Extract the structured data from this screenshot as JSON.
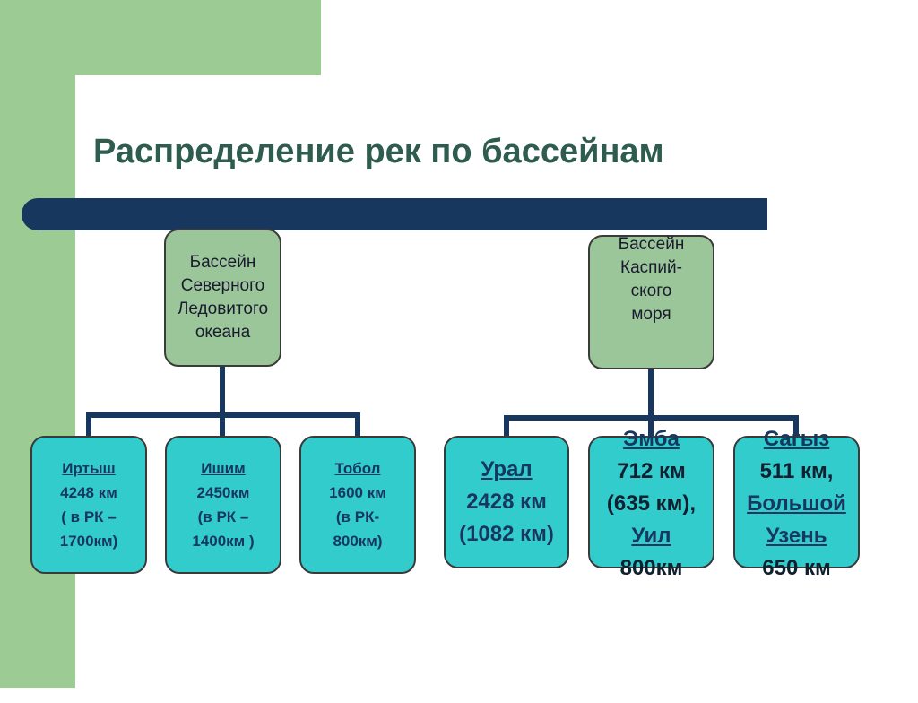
{
  "title": "Распределение рек по бассейнам",
  "colors": {
    "accent_green": "#9ccb93",
    "navy": "#17375e",
    "basin_fill": "#9bc69a",
    "river_fill": "#33cccc",
    "title_text": "#2e5c4f"
  },
  "basins": {
    "arctic": {
      "lines": [
        "Бассейн",
        "Северного",
        "Ледовитого",
        "океана"
      ]
    },
    "caspian": {
      "lines": [
        "Бассейн",
        "Каспий-",
        "ского",
        "моря"
      ]
    }
  },
  "rivers": {
    "irtysh": {
      "name": "Иртыш",
      "length": "4248 км",
      "rk_a": "( в РК –",
      "rk_b": "1700км)"
    },
    "ishim": {
      "name": "Ишим",
      "length": "2450км",
      "rk_a": "(в РК –",
      "rk_b": "1400км )"
    },
    "tobol": {
      "name": "Тобол",
      "length": "1600 км",
      "rk_a": "(в РК-",
      "rk_b": "800км)"
    },
    "ural": {
      "name": "Урал",
      "length": "2428 км",
      "rk": "(1082 км)"
    },
    "emba": {
      "name": "Эмба",
      "length": "712 км",
      "rk": "(635 км),",
      "name2": "Уил",
      "length2": "800км"
    },
    "sagyz": {
      "name": "Сагыз",
      "length": "511 км,",
      "name2a": "Большой",
      "name2b": "Узень",
      "length2": "650 км"
    }
  }
}
